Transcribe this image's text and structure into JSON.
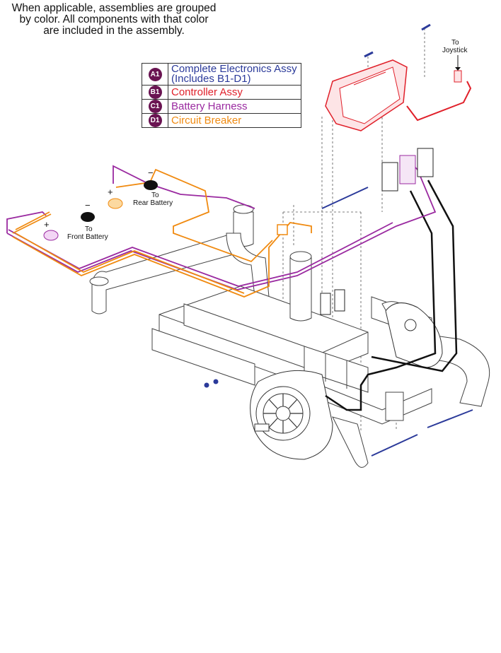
{
  "note": "When applicable, assemblies are grouped\nby color. All components with that color\nare included in the assembly.",
  "legend": [
    {
      "code": "A1",
      "label": "Complete Electronics Assy\n(Includes B1-D1)",
      "color": "#2b3a9a"
    },
    {
      "code": "B1",
      "label": "Controller Assy",
      "color": "#e0202a"
    },
    {
      "code": "C1",
      "label": "Battery Harness",
      "color": "#9a2aa0"
    },
    {
      "code": "D1",
      "label": "Circuit Breaker",
      "color": "#f08a10"
    }
  ],
  "labels": {
    "joystick_line1": "To",
    "joystick_line2": "Joystick",
    "rear_line1": "To",
    "rear_line2": "Rear Battery",
    "front_line1": "To",
    "front_line2": "Front Battery",
    "plus": "+",
    "minus": "−"
  },
  "colors": {
    "wire_purple": "#9a2aa0",
    "wire_orange": "#f08a10",
    "controller_red": "#e0202a",
    "hardware_blue": "#2b3a9a",
    "frame_gray": "#444444"
  }
}
